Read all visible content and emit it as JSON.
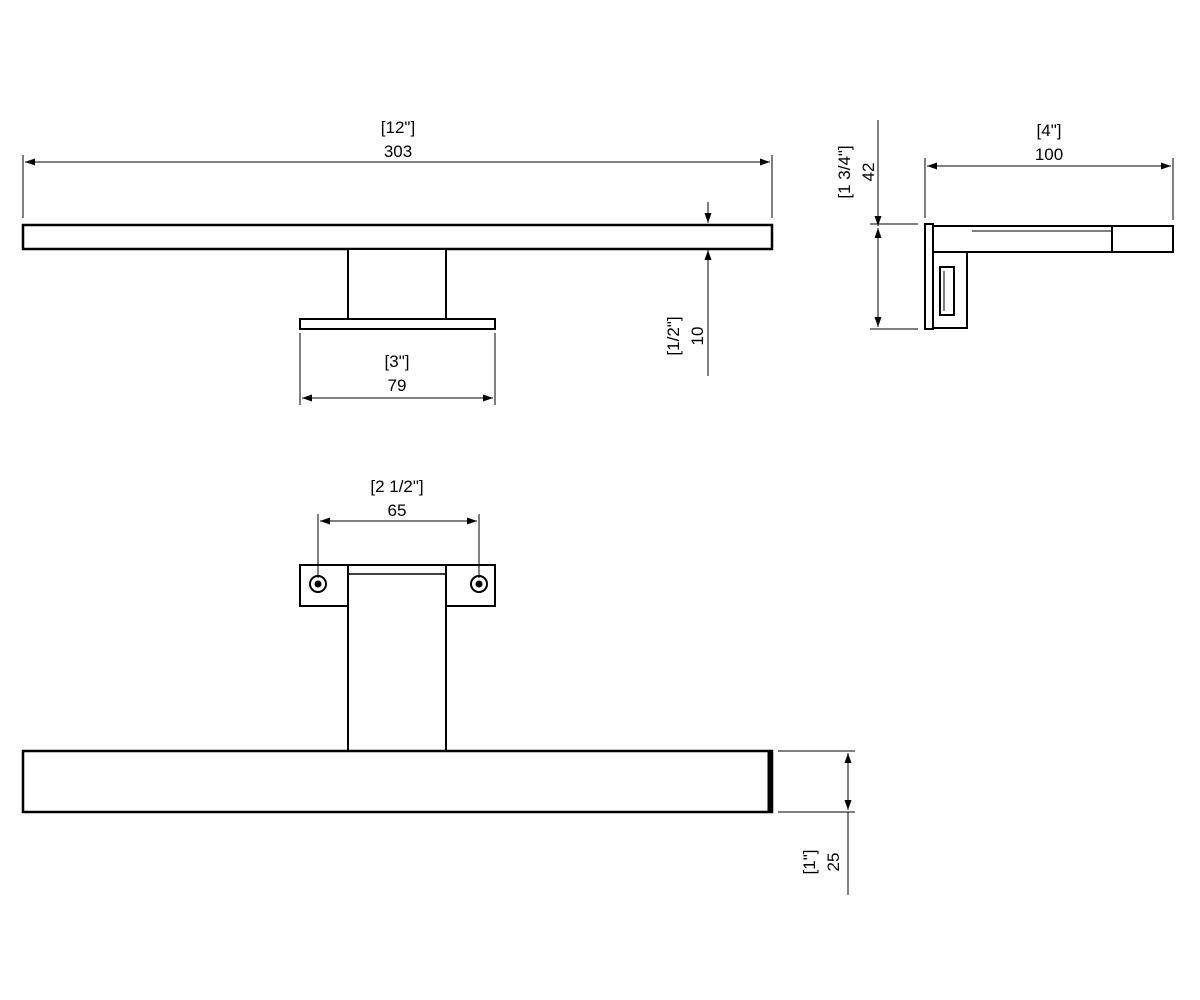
{
  "front_view": {
    "width": {
      "inch": "[12\"]",
      "mm": "303"
    },
    "base_width": {
      "inch": "[3\"]",
      "mm": "79"
    },
    "bar_thickness": {
      "inch": "[1/2\"]",
      "mm": "10"
    }
  },
  "side_view": {
    "height": {
      "inch": "[1 3/4\"]",
      "mm": "42"
    },
    "depth": {
      "inch": "[4\"]",
      "mm": "100"
    }
  },
  "top_view": {
    "hole_spacing": {
      "inch": "[2 1/2\"]",
      "mm": "65"
    },
    "bar_depth": {
      "inch": "[1\"]",
      "mm": "25"
    }
  }
}
